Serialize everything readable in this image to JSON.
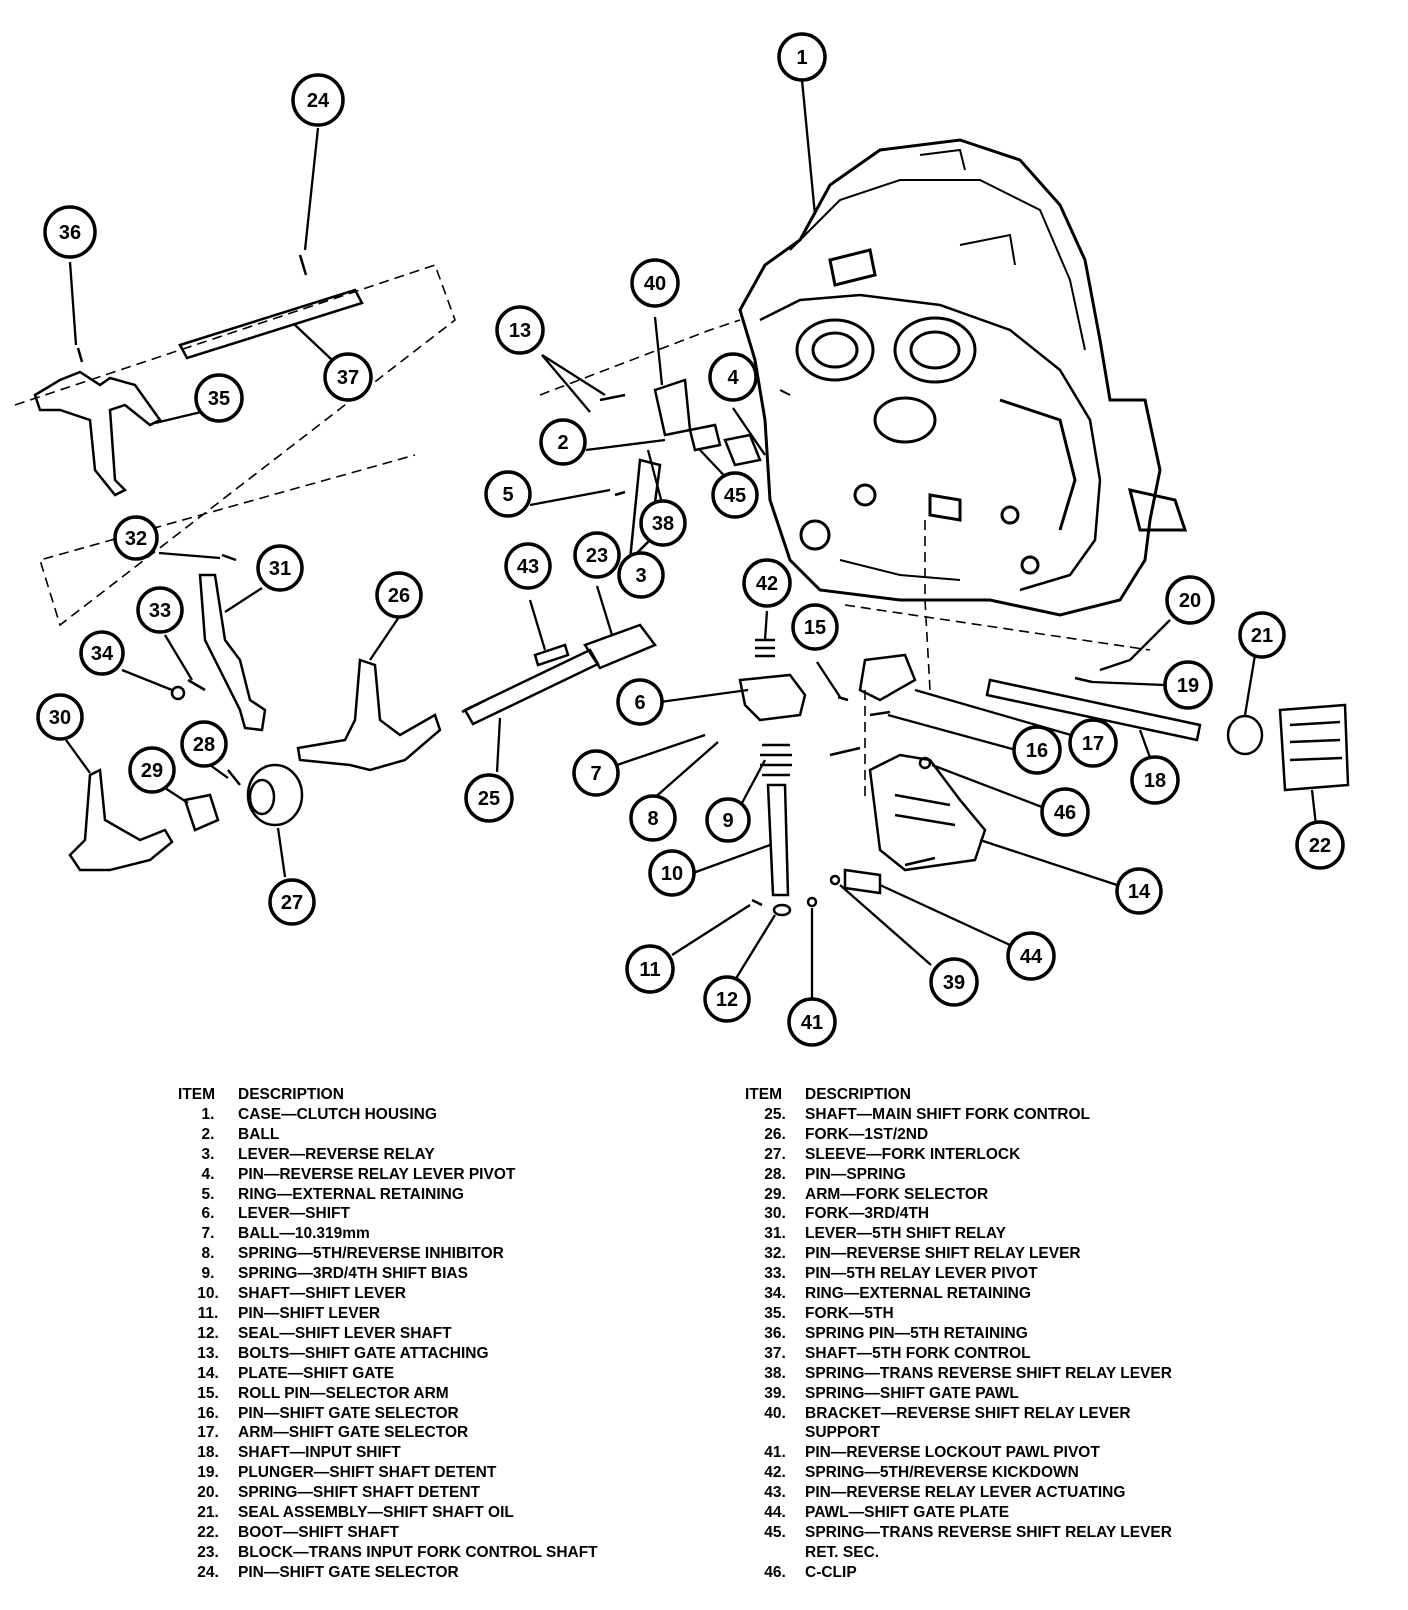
{
  "callouts": [
    "1",
    "24",
    "36",
    "37",
    "35",
    "13",
    "40",
    "4",
    "2",
    "5",
    "45",
    "38",
    "3",
    "32",
    "31",
    "33",
    "34",
    "30",
    "29",
    "28",
    "27",
    "26",
    "43",
    "23",
    "25",
    "42",
    "6",
    "7",
    "8",
    "9",
    "10",
    "11",
    "12",
    "41",
    "39",
    "44",
    "14",
    "46",
    "15",
    "16",
    "17",
    "18",
    "19",
    "20",
    "21",
    "22"
  ],
  "legend": {
    "header_item": "ITEM",
    "header_desc": "DESCRIPTION",
    "left": [
      {
        "num": "1.",
        "desc": "CASE—CLUTCH HOUSING"
      },
      {
        "num": "2.",
        "desc": "BALL"
      },
      {
        "num": "3.",
        "desc": "LEVER—REVERSE RELAY"
      },
      {
        "num": "4.",
        "desc": "PIN—REVERSE RELAY LEVER PIVOT"
      },
      {
        "num": "5.",
        "desc": "RING—EXTERNAL RETAINING"
      },
      {
        "num": "6.",
        "desc": "LEVER—SHIFT"
      },
      {
        "num": "7.",
        "desc": "BALL—10.319mm"
      },
      {
        "num": "8.",
        "desc": "SPRING—5TH/REVERSE INHIBITOR"
      },
      {
        "num": "9.",
        "desc": "SPRING—3RD/4TH SHIFT BIAS"
      },
      {
        "num": "10.",
        "desc": "SHAFT—SHIFT LEVER"
      },
      {
        "num": "11.",
        "desc": "PIN—SHIFT LEVER"
      },
      {
        "num": "12.",
        "desc": "SEAL—SHIFT LEVER SHAFT"
      },
      {
        "num": "13.",
        "desc": "BOLTS—SHIFT GATE ATTACHING"
      },
      {
        "num": "14.",
        "desc": "PLATE—SHIFT GATE"
      },
      {
        "num": "15.",
        "desc": "ROLL PIN—SELECTOR ARM"
      },
      {
        "num": "16.",
        "desc": "PIN—SHIFT GATE SELECTOR"
      },
      {
        "num": "17.",
        "desc": "ARM—SHIFT GATE SELECTOR"
      },
      {
        "num": "18.",
        "desc": "SHAFT—INPUT SHIFT"
      },
      {
        "num": "19.",
        "desc": "PLUNGER—SHIFT SHAFT DETENT"
      },
      {
        "num": "20.",
        "desc": "SPRING—SHIFT SHAFT DETENT"
      },
      {
        "num": "21.",
        "desc": "SEAL ASSEMBLY—SHIFT SHAFT OIL"
      },
      {
        "num": "22.",
        "desc": "BOOT—SHIFT SHAFT"
      },
      {
        "num": "23.",
        "desc": "BLOCK—TRANS INPUT FORK CONTROL SHAFT"
      },
      {
        "num": "24.",
        "desc": "PIN—SHIFT GATE SELECTOR"
      }
    ],
    "right": [
      {
        "num": "25.",
        "desc": "SHAFT—MAIN SHIFT FORK CONTROL"
      },
      {
        "num": "26.",
        "desc": "FORK—1ST/2ND"
      },
      {
        "num": "27.",
        "desc": "SLEEVE—FORK INTERLOCK"
      },
      {
        "num": "28.",
        "desc": "PIN—SPRING"
      },
      {
        "num": "29.",
        "desc": "ARM—FORK SELECTOR"
      },
      {
        "num": "30.",
        "desc": "FORK—3RD/4TH"
      },
      {
        "num": "31.",
        "desc": "LEVER—5TH SHIFT RELAY"
      },
      {
        "num": "32.",
        "desc": "PIN—REVERSE SHIFT RELAY LEVER"
      },
      {
        "num": "33.",
        "desc": "PIN—5TH RELAY LEVER PIVOT"
      },
      {
        "num": "34.",
        "desc": "RING—EXTERNAL RETAINING"
      },
      {
        "num": "35.",
        "desc": "FORK—5TH"
      },
      {
        "num": "36.",
        "desc": "SPRING PIN—5TH RETAINING"
      },
      {
        "num": "37.",
        "desc": "SHAFT—5TH FORK CONTROL"
      },
      {
        "num": "38.",
        "desc": "SPRING—TRANS REVERSE SHIFT RELAY LEVER"
      },
      {
        "num": "39.",
        "desc": "SPRING—SHIFT GATE PAWL"
      },
      {
        "num": "40.",
        "desc": "BRACKET—REVERSE SHIFT RELAY LEVER"
      },
      {
        "num": "",
        "desc": "SUPPORT"
      },
      {
        "num": "41.",
        "desc": "PIN—REVERSE LOCKOUT PAWL PIVOT"
      },
      {
        "num": "42.",
        "desc": "SPRING—5TH/REVERSE KICKDOWN"
      },
      {
        "num": "43.",
        "desc": "PIN—REVERSE RELAY LEVER ACTUATING"
      },
      {
        "num": "44.",
        "desc": "PAWL—SHIFT GATE PLATE"
      },
      {
        "num": "45.",
        "desc": "SPRING—TRANS REVERSE SHIFT RELAY LEVER"
      },
      {
        "num": "",
        "desc": "RET. SEC."
      },
      {
        "num": "46.",
        "desc": "C-CLIP"
      }
    ]
  }
}
